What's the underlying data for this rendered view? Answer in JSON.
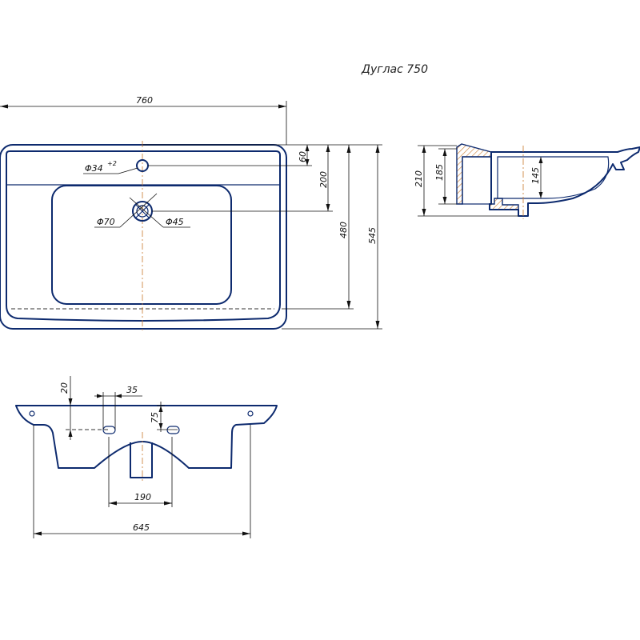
{
  "title": "Дуглас 750",
  "top_view": {
    "width": "760",
    "depth_total": "545",
    "depth_inner": "480",
    "tap_offset": "60",
    "drain_offset": "200",
    "tap_hole": "Φ34",
    "tap_hole_tol": "+2",
    "drain_outer": "Φ70",
    "drain_inner": "Φ45"
  },
  "side_view": {
    "height_total": "210",
    "height_rim": "185",
    "bowl_depth": "145"
  },
  "front_view": {
    "mount_top": "20",
    "mount_width": "35",
    "mount_depth": "75",
    "pedestal_width": "190",
    "base_width": "645"
  }
}
